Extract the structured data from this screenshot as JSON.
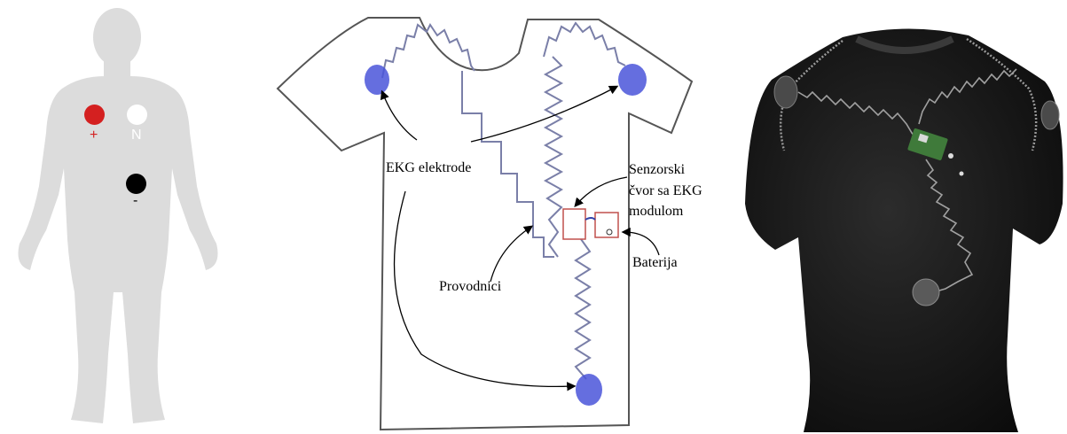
{
  "body_figure": {
    "electrodes": [
      {
        "sign": "+",
        "color": "#d42020",
        "sign_color": "#d42020"
      },
      {
        "sign": "N",
        "color": "#ffffff",
        "sign_color": "#ffffff"
      },
      {
        "sign": "-",
        "color": "#000000",
        "sign_color": "#000000"
      }
    ]
  },
  "shirt_diagram": {
    "labels": {
      "ekg_electrodes": "EKG elektrode",
      "sensor_node_line1": "Senzorski",
      "sensor_node_line2": "čvor sa EKG",
      "sensor_node_line3": "modulom",
      "battery": "Baterija",
      "conductors": "Provodnici"
    }
  }
}
